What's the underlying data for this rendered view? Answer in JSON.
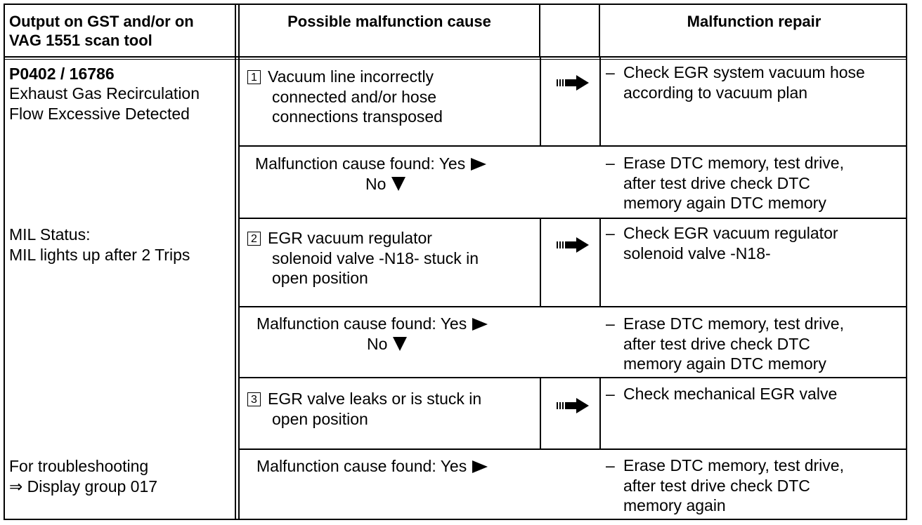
{
  "header": {
    "col1": "Output on GST and/or on\nVAG 1551 scan tool",
    "col2": "Possible malfunction cause",
    "col3": "Malfunction repair"
  },
  "left": {
    "code": "P0402 / 16786",
    "description": "Exhaust Gas Recirculation\nFlow Excessive Detected",
    "mil_status": "MIL Status:\nMIL lights up after 2 Trips",
    "troubleshooting": "For troubleshooting\n⇒ Display group 017"
  },
  "rows": [
    {
      "number": "1",
      "cause_first": "Vacuum line incorrectly",
      "cause_rest": "connected and/or hose\nconnections transposed",
      "repair": "Check EGR system vacuum hose\naccording to vacuum plan"
    },
    {
      "number": "2",
      "cause_first": "EGR vacuum regulator",
      "cause_rest": "solenoid valve -N18- stuck in\nopen position",
      "repair": "Check EGR vacuum regulator\nsolenoid valve -N18-"
    },
    {
      "number": "3",
      "cause_first": "EGR valve leaks or is stuck in",
      "cause_rest": "open position",
      "repair": "Check mechanical EGR valve"
    }
  ],
  "found": [
    {
      "yes_label": "Malfunction cause found: Yes",
      "no_label": "No",
      "repair": "Erase DTC memory, test drive,\nafter test drive check DTC\nmemory again DTC memory"
    },
    {
      "yes_label": "Malfunction cause found: Yes",
      "no_label": "No",
      "repair": "Erase DTC memory, test drive,\nafter test drive check DTC\nmemory again DTC memory"
    },
    {
      "yes_label": "Malfunction cause found: Yes",
      "repair": "Erase DTC memory, test drive,\nafter test drive check DTC\nmemory again"
    }
  ],
  "dash": "–",
  "icons": {
    "arrow": "right-arrow-icon",
    "yes": "triangle-right-icon",
    "no": "triangle-down-icon"
  }
}
